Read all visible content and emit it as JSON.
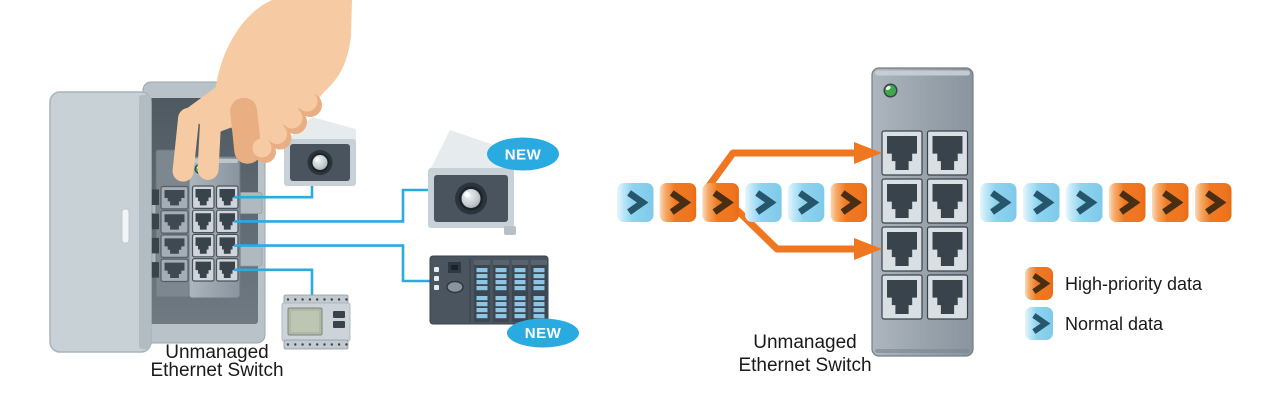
{
  "title": "Unmanaged Ethernet Switch diagram",
  "scene_left": {
    "label": {
      "line1": "Unmanaged",
      "line2": "Ethernet Switch"
    },
    "switch": {
      "ports": 8,
      "led_color": "#3EA94B"
    },
    "devices": [
      {
        "name": "ip-camera",
        "badge": null
      },
      {
        "name": "ip-camera",
        "badge": "NEW"
      },
      {
        "name": "plc-controller",
        "badge": "NEW"
      },
      {
        "name": "power-meter",
        "badge": null
      }
    ]
  },
  "scene_right": {
    "label": {
      "line1": "Unmanaged",
      "line2": "Ethernet Switch"
    },
    "switch": {
      "ports": 8,
      "led_color": "#3EA94B"
    },
    "incoming_packets": [
      "normal",
      "high-priority",
      "high-priority",
      "normal",
      "normal",
      "high-priority"
    ],
    "outgoing_packets": [
      "normal",
      "normal",
      "normal",
      "high-priority",
      "high-priority",
      "high-priority"
    ],
    "legend": [
      {
        "type": "high-priority",
        "label": "High-priority data"
      },
      {
        "type": "normal",
        "label": "Normal data"
      }
    ]
  },
  "colors": {
    "high_priority": "#F0761F",
    "normal": "#8BD2EE",
    "connection_line": "#29ABE2",
    "badge_background": "#29ABE2",
    "badge_text": "#FFFFFF",
    "label_text": "#1A1A1A"
  }
}
